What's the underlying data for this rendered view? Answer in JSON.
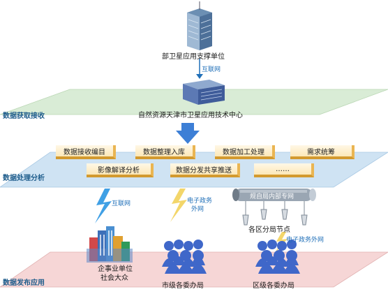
{
  "layers": {
    "acquisition": "数据获取接收",
    "processing": "数据处理分析",
    "publishing": "数据发布应用"
  },
  "nodes": {
    "ministry_unit": "部卫星应用支撑单位",
    "center": "自然资源天津市卫星应用技术中心",
    "bureau_network": "规自局内部专网",
    "district_nodes": "各区分局节点",
    "enterprises_line1": "企事业单位",
    "enterprises_line2": "社会大众",
    "city_offices": "市级各委办局",
    "district_offices": "区级各委办局"
  },
  "networks": {
    "internet_top": "互联网",
    "internet_left": "互联网",
    "egov_mid_line1": "电子政务",
    "egov_mid_line2": "外网",
    "egov_right": "电子政务外网"
  },
  "processing_tasks": {
    "row1": [
      "数据接收编目",
      "数据整理入库",
      "数据加工处理",
      "需求统筹"
    ],
    "row2": [
      "影像解译分析",
      "数据分发共享推送",
      "……"
    ]
  },
  "colors": {
    "top_layer": "#d9ecd6",
    "mid_layer": "#cfe3f3",
    "bottom_layer": "#f6d6d6",
    "arrow": "#3d7fd6",
    "tile_edge": "#eab552",
    "layer_text": "#1f5d8c"
  }
}
